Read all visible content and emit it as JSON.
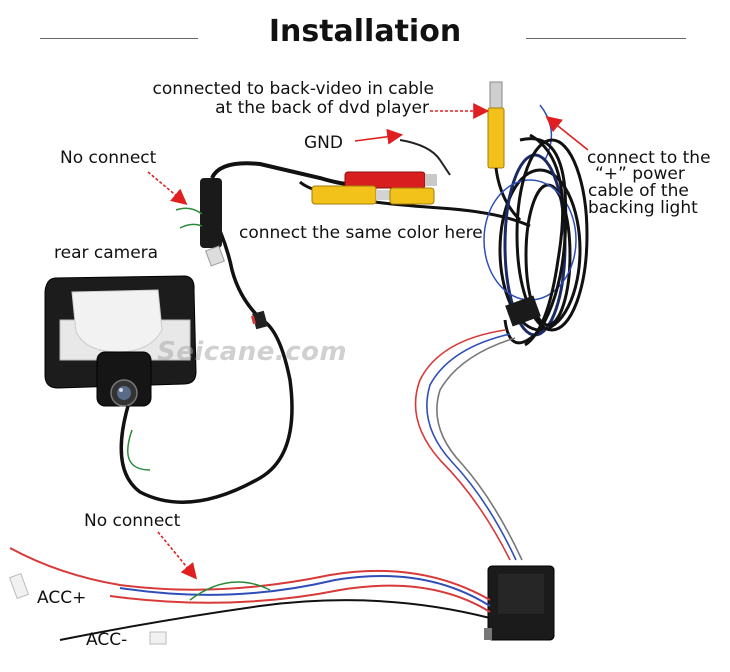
{
  "title": "Installation",
  "labels": {
    "back_video_line1": "connected to back-video in cable",
    "back_video_line2": "at the back of dvd player",
    "gnd": "GND",
    "no_connect_top": "No connect",
    "power_line1": "connect to the",
    "power_line2": "“+” power",
    "power_line3": "cable of the",
    "power_line4": "backing light",
    "same_color": "connect the same color here",
    "rear_camera": "rear camera",
    "no_connect_bottom": "No connect",
    "acc_plus": "ACC+",
    "acc_minus": "ACC-"
  },
  "watermark": "Seicane.com",
  "colors": {
    "arrow": "#e02020",
    "cable": "#111111",
    "rca_red": "#d81e1e",
    "rca_yellow": "#f2c21a",
    "wire_red": "#d83a3a",
    "wire_blue": "#2f4fb8",
    "wire_green": "#2a8a3a"
  }
}
